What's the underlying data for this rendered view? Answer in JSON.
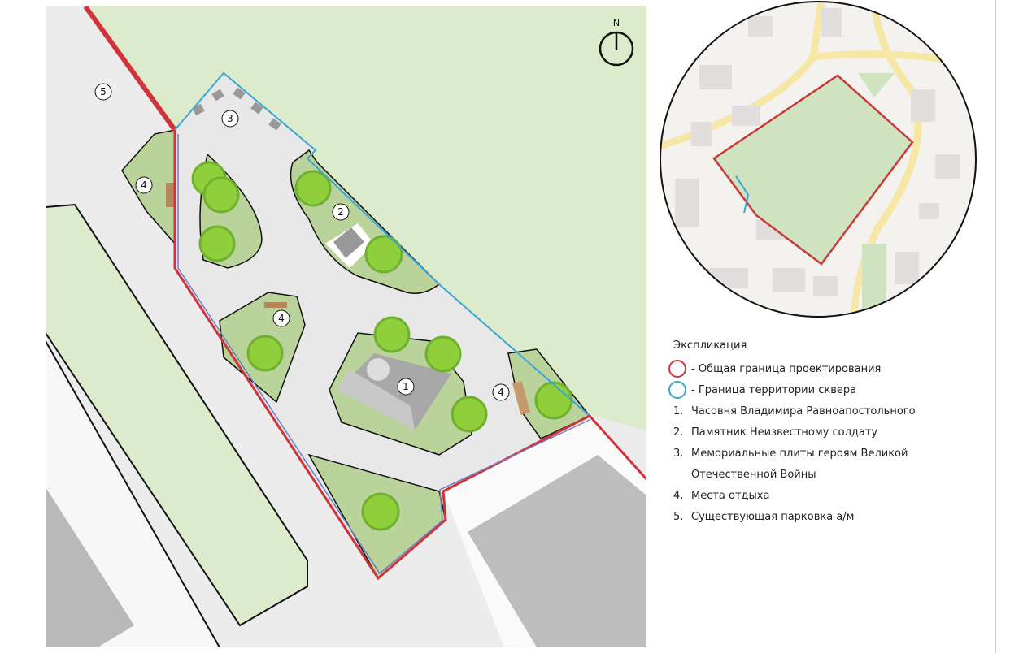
{
  "north_label": "N",
  "map_labels": [
    "1",
    "2",
    "3",
    "4",
    "4",
    "4",
    "5"
  ],
  "legend": {
    "title": "Экспликация",
    "boundaries": [
      {
        "label": "- Общая граница проектирования",
        "color": "#d0343a"
      },
      {
        "label": "- Граница территории сквера",
        "color": "#3aa6d6"
      }
    ],
    "items": [
      {
        "num": "1.",
        "label": "Часовня Владимира Равноапостольного"
      },
      {
        "num": "2.",
        "label": "Памятник Неизвестному солдату"
      },
      {
        "num": "3.",
        "label": "Мемориальные плиты героям Великой"
      },
      {
        "num": "",
        "label": "Отечественной Войны"
      },
      {
        "num": "4.",
        "label": "Места отдыха"
      },
      {
        "num": "5.",
        "label": "Существующая парковка а/м"
      }
    ]
  }
}
